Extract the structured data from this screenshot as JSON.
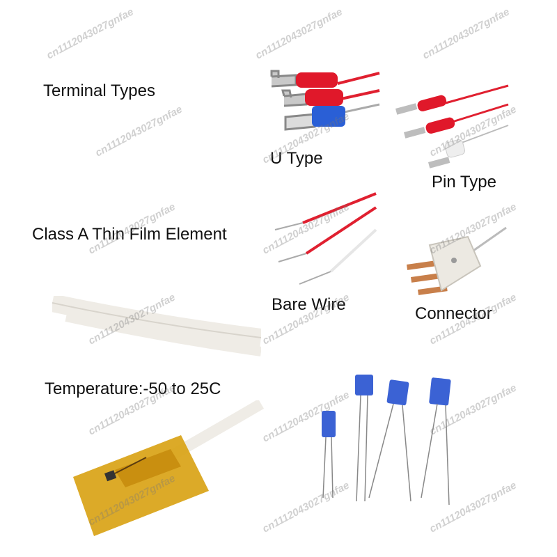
{
  "labels": {
    "terminal_types": "Terminal Types",
    "u_type": "U Type",
    "pin_type": "Pin Type",
    "thin_film": "Class A Thin Film Element",
    "bare_wire": "Bare Wire",
    "connector": "Connector",
    "temperature": "Temperature:-50 to 25C"
  },
  "watermark": "cn1112043027gnfae",
  "colors": {
    "red_sleeve": "#e0182a",
    "blue_sleeve": "#2a5fd6",
    "white_sleeve": "#eeeeee",
    "wire_red": "#e02030",
    "cable_white": "#efece6",
    "kapton": "#d9a316",
    "element_blue": "#3b62d4",
    "text": "#111111"
  }
}
